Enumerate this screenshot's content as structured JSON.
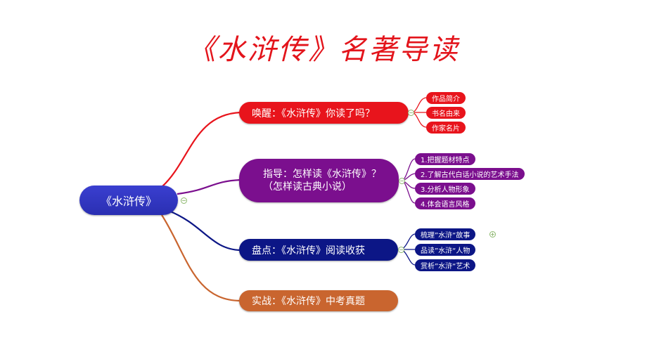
{
  "title": "《水浒传》名著导读",
  "mindmap": {
    "root": "《水浒传》",
    "branches": [
      {
        "label": "唤醒：《水浒传》你读了吗？",
        "color": "#e8141c",
        "children": [
          "作品简介",
          "书名由来",
          "作家名片"
        ]
      },
      {
        "label": "指导：怎样读《水浒传》？（怎样读古典小说）",
        "color": "#7b0f8e",
        "children": [
          "1.把握题材特点",
          "2.了解古代白话小说的艺术手法",
          "3.分析人物形象",
          "4.体会语言风格"
        ]
      },
      {
        "label": "盘点：《水浒传》阅读收获",
        "color": "#0c1686",
        "children": [
          "梳理”水浒“故事",
          "品读”水浒“人物",
          "赏析”水浒“艺术"
        ]
      },
      {
        "label": "实战：《水浒传》中考真题",
        "color": "#c9652f",
        "children": []
      }
    ],
    "collapse_glyph": "−",
    "expand_glyph": "+"
  }
}
